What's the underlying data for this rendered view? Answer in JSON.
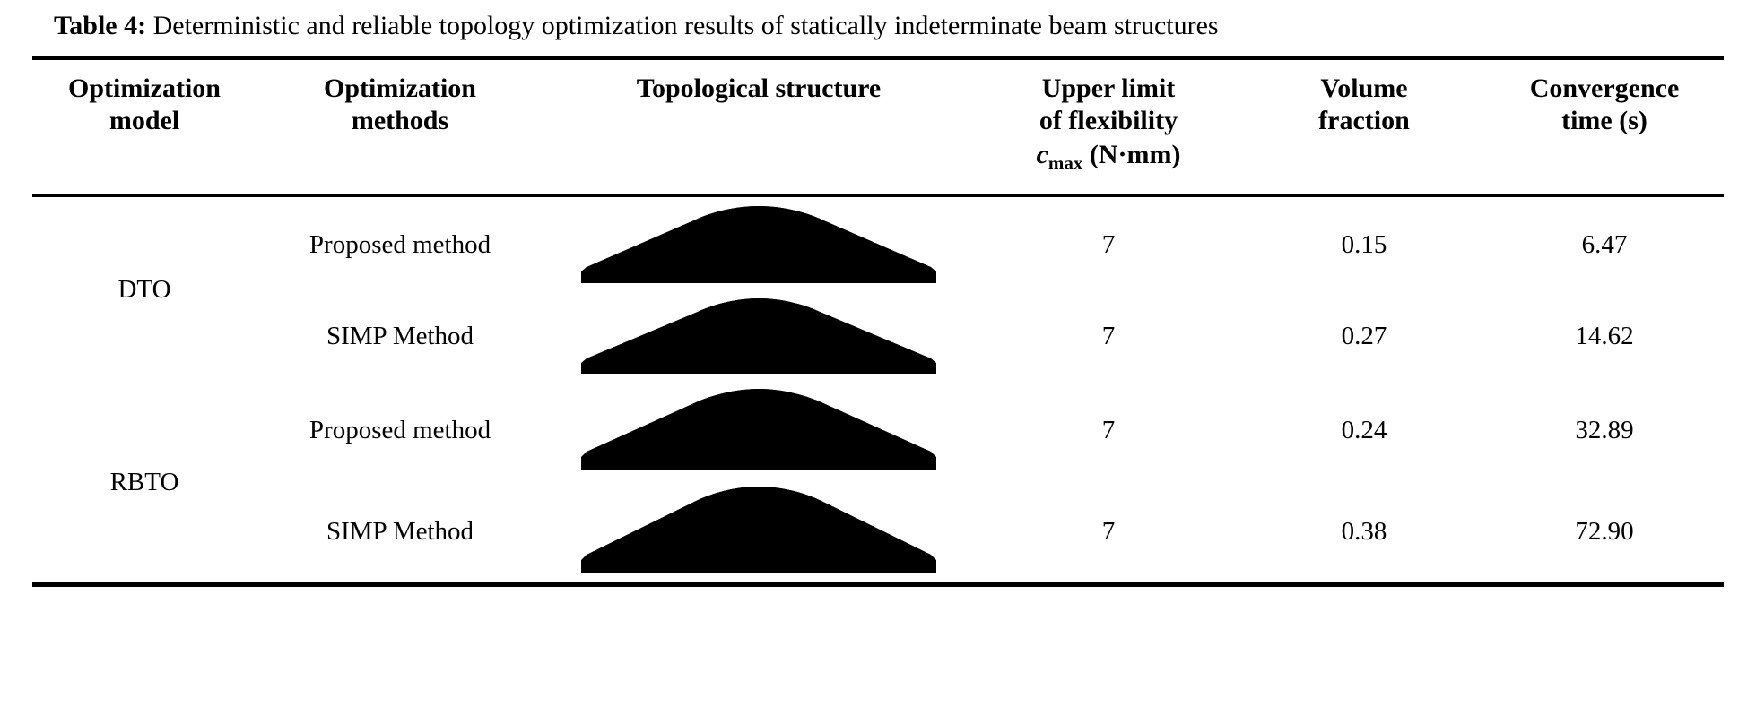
{
  "caption": {
    "label": "Table 4:",
    "text": "Deterministic and reliable topology optimization results of statically indeterminate beam structures"
  },
  "table": {
    "headers": {
      "model": {
        "line1": "Optimization",
        "line2": "model"
      },
      "methods": {
        "line1": "Optimization",
        "line2": "methods"
      },
      "structure": {
        "line1": "Topological structure",
        "line2": ""
      },
      "cmax": {
        "line1": "Upper limit",
        "line2": "of flexibility",
        "symbol": "c",
        "subscript": "max",
        "unit": "(N·mm)"
      },
      "volume": {
        "line1": "Volume",
        "line2": "fraction"
      },
      "convergence": {
        "line1": "Convergence",
        "line2": "time (s)"
      }
    },
    "groups": [
      {
        "model": "DTO",
        "row_span": 2
      },
      {
        "model": "RBTO",
        "row_span": 2
      }
    ],
    "rows": [
      {
        "model": "DTO",
        "method": "Proposed method",
        "structure": "bridge-truss-proposed-dto",
        "cmax": "7",
        "volume_fraction": "0.15",
        "convergence_time": "6.47"
      },
      {
        "model": "DTO",
        "method": "SIMP Method",
        "structure": "bridge-truss-simp-dto",
        "cmax": "7",
        "volume_fraction": "0.27",
        "convergence_time": "14.62"
      },
      {
        "model": "RBTO",
        "method": "Proposed method",
        "structure": "bridge-truss-proposed-rbto",
        "cmax": "7",
        "volume_fraction": "0.24",
        "convergence_time": "32.89"
      },
      {
        "model": "RBTO",
        "method": "SIMP Method",
        "structure": "bridge-truss-simp-rbto",
        "cmax": "7",
        "volume_fraction": "0.38",
        "convergence_time": "72.90"
      }
    ]
  },
  "colors": {
    "text": "#000000",
    "background": "#ffffff",
    "rule": "#000000",
    "structure_fill": "#000000"
  }
}
